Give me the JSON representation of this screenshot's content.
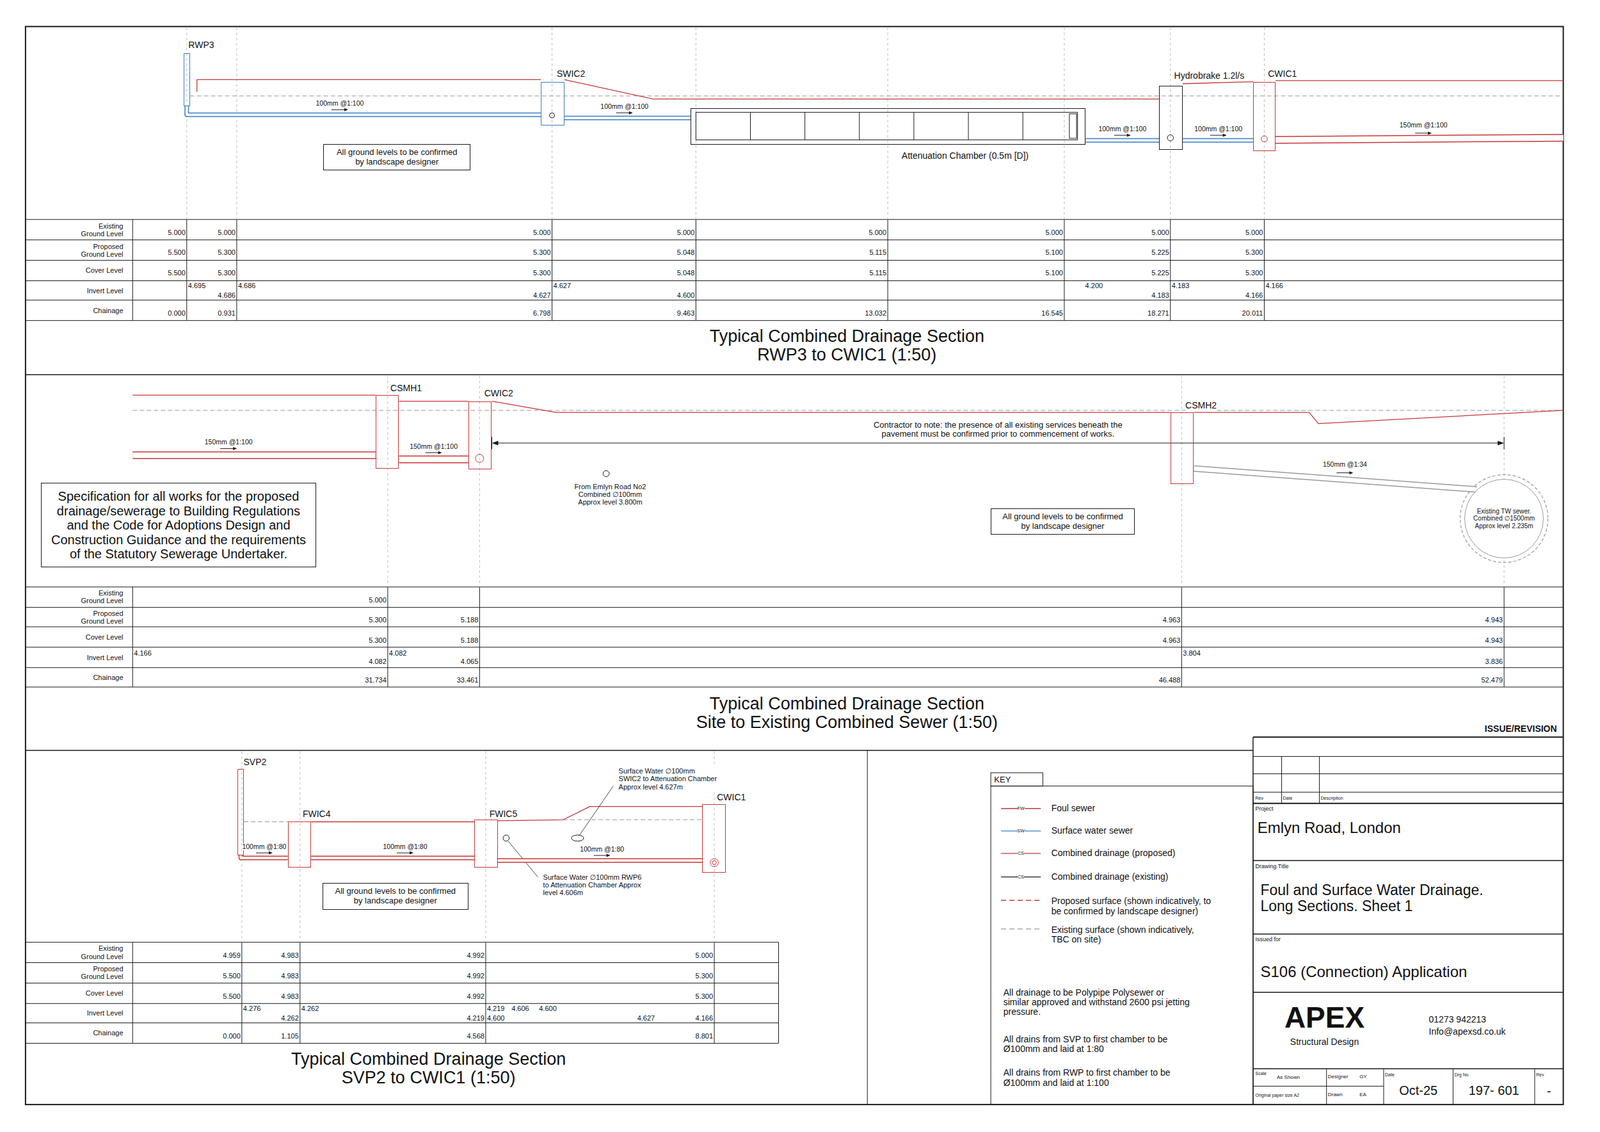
{
  "diagram": {
    "title": "Foul and Surface Water Drainage. Long Sections. Sheet 1",
    "nodes": [
      {
        "text": [
          "RWP3"
        ]
      },
      {
        "text": [
          "SWIC2"
        ]
      },
      {
        "text": [
          "Attenuation Chamber (0.5m [D])"
        ]
      },
      {
        "text": [
          "Hydrobrake 1.2l/s"
        ]
      },
      {
        "text": [
          "CWIC1"
        ]
      },
      {
        "text": [
          "All ground levels to be confirmed by landscape designer"
        ]
      },
      {
        "text": [
          "CSMH1"
        ]
      },
      {
        "text": [
          "CWIC2"
        ]
      },
      {
        "text": [
          "CSMH2"
        ]
      },
      {
        "text": [
          "Specification for all works for the proposed drainage/sewerage to Building Regulations and the Code for Adoptions Design and Construction Guidance and the requirements of the Statutory Sewerage Undertaker."
        ]
      },
      {
        "text": [
          "All ground levels to be confirmed by landscape designer"
        ]
      },
      {
        "text": [
          "Existing TW sewer. Combined ∅1500mm Approx level 2.235m"
        ]
      },
      {
        "text": [
          "SVP2"
        ]
      },
      {
        "text": [
          "FWIC4"
        ]
      },
      {
        "text": [
          "FWIC5"
        ]
      },
      {
        "text": [
          "CWIC1"
        ]
      },
      {
        "text": [
          "All ground levels to be confirmed by landscape designer"
        ]
      }
    ],
    "edges": [
      {
        "from": 0,
        "to": 1,
        "arrow": "none",
        "label": "100mm @1:100"
      },
      {
        "from": 1,
        "to": 2,
        "arrow": "none",
        "label": "100mm @1:100"
      },
      {
        "from": 2,
        "to": 3,
        "arrow": "none",
        "label": "100mm @1:100"
      },
      {
        "from": 3,
        "to": 4,
        "arrow": "none",
        "label": "100mm @1:100"
      },
      {
        "from": 6,
        "to": 7,
        "arrow": "none",
        "label": "150mm @1:100"
      },
      {
        "from": 8,
        "to": 11,
        "arrow": "none",
        "label": "150mm @1:34"
      },
      {
        "from": 12,
        "to": 13,
        "arrow": "none",
        "label": "100mm @1:80"
      },
      {
        "from": 13,
        "to": 14,
        "arrow": "none",
        "label": "100mm @1:80"
      },
      {
        "from": 14,
        "to": 15,
        "arrow": "none",
        "label": "100mm @1:80"
      }
    ],
    "labels": [
      "Existing Ground Level",
      "Proposed Ground Level",
      "Cover Level",
      "Invert Level",
      "Chainage",
      "5.000",
      "5.000",
      "5.000",
      "5.000",
      "5.000",
      "5.000",
      "5.000",
      "5.000",
      "5.500",
      "5.300",
      "5.300",
      "5.048",
      "5.115",
      "5.100",
      "5.225",
      "5.300",
      "5.500",
      "5.300",
      "5.300",
      "5.048",
      "5.115",
      "5.100",
      "5.225",
      "5.300",
      "4.695",
      "4.686",
      "4.686",
      "4.627",
      "4.627",
      "4.600",
      "4.200",
      "4.183",
      "4.183",
      "4.166",
      "4.166",
      "0.000",
      "0.931",
      "6.798",
      "9.463",
      "13.032",
      "16.545",
      "18.271",
      "20.011",
      "Typical Combined Drainage Section RWP3 to CWIC1 (1:50)",
      "150mm @1:100",
      "150mm @1:100",
      "Contractor to note: the presence of all existing services beneath the pavement must be confirmed prior to commencement of works.",
      "From Emlyn Road No2 Combined ∅100mm Approx level 3.800m",
      "Existing Ground Level",
      "Proposed Ground Level",
      "Cover Level",
      "Invert Level",
      "Chainage",
      "5.000",
      "5.300",
      "5.188",
      "4.963",
      "4.943",
      "5.300",
      "5.188",
      "4.963",
      "4.943",
      "4.166",
      "4.082",
      "4.082",
      "4.065",
      "3.804",
      "3.836",
      "31.734",
      "33.461",
      "46.488",
      "52.479",
      "Typical Combined Drainage Section Site to Existing Combined Sewer (1:50)",
      "Surface Water ∅100mm SWIC2 to Attenuation Chamber Approx level 4.627m",
      "Surface Water ∅100mm RWP6 to Attenuation Chamber Approx level 4.606m",
      "Existing Ground Level",
      "Proposed Ground Level",
      "Cover Level",
      "Invert Level",
      "Chainage",
      "4.959",
      "4.983",
      "4.992",
      "5.000",
      "5.500",
      "4.983",
      "4.992",
      "5.300",
      "5.500",
      "4.983",
      "4.992",
      "5.300",
      "4.276",
      "4.262",
      "4.262",
      "4.219",
      "4.219",
      "4.600",
      "4.606",
      "4.600",
      "4.627",
      "4.166",
      "0.000",
      "1.105",
      "4.568",
      "8.801",
      "Typical Combined Drainage Section SVP2 to CWIC1 (1:50)",
      "KEY",
      "FW",
      "SW",
      "CS",
      "CS",
      "All drainage to be Polypipe Polysewer or similar approved and withstand 2600 psi jetting pressure.",
      "All drains from SVP to first chamber to be Ø100mm and laid at 1:80",
      "All drains from RWP to first chamber to be Ø100mm and laid at 1:100",
      "ISSUE/REVISION",
      "Rev",
      "Date",
      "Description",
      "Project",
      "Emlyn Road, London",
      "Drawing Title",
      "Issued for",
      "S106 (Connection) Application",
      "APEX",
      "Structural Design",
      "01273 942213",
      "Info@apexsd.co.uk",
      "Scale",
      "As Shown",
      "Original paper size A2",
      "Designer",
      "GY",
      "Drawn",
      "EA",
      "Date",
      "Oct-25",
      "Drg No",
      "197- 601",
      "Rev",
      "-"
    ],
    "legend": [
      {
        "text": "Foul sewer"
      },
      {
        "text": "Surface water sewer"
      },
      {
        "text": "Combined drainage (proposed)"
      },
      {
        "text": "Combined drainage (existing)"
      },
      {
        "text": "Proposed surface (shown indicatively, to be confirmed by landscape designer)"
      },
      {
        "text": "Existing surface (shown indicatively, TBC on site)"
      }
    ]
  }
}
